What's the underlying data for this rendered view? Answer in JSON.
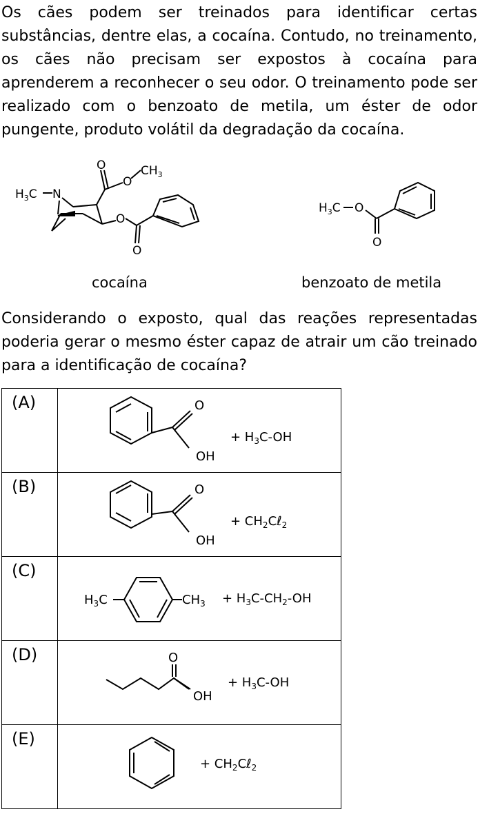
{
  "intro": "Os cães podem ser treinados para identificar certas substâncias, dentre elas, a cocaína. Contudo, no treinamento, os cães não precisam ser expostos à cocaína para aprenderem a reconhecer o seu odor. O treinamento pode ser realizado com o benzoato de metila, um éster de odor pungente, produto volátil da degradação da cocaína.",
  "structures": {
    "cocaine": {
      "label": "cocaína",
      "atoms": {
        "h3c": "H3C",
        "n": "N",
        "o_carbonyl_ester": "O",
        "o_ether": "O",
        "ch3": "CH3",
        "o_benzoyl": "O",
        "o_carbonyl_benzoyl": "O"
      }
    },
    "methyl_benzoate": {
      "label": "benzoato de metila",
      "atoms": {
        "h3c": "H3C",
        "o_ether": "O",
        "o_carbonyl": "O"
      }
    }
  },
  "question": "Considerando o exposto, qual das reações representadas poderia gerar o mesmo éster capaz de atrair um cão treinado para a identificação de cocaína?",
  "options": [
    {
      "letter": "(A)",
      "atoms": {
        "o": "O",
        "oh": "OH"
      },
      "reagent": "+ H3C-OH"
    },
    {
      "letter": "(B)",
      "atoms": {
        "o": "O",
        "oh": "OH"
      },
      "reagent": "+ CH2Cl2"
    },
    {
      "letter": "(C)",
      "atoms": {
        "left": "H3C",
        "right": "CH3"
      },
      "reagent": "+ H3C-CH2-OH"
    },
    {
      "letter": "(D)",
      "atoms": {
        "o": "O",
        "oh": "OH"
      },
      "reagent": "+ H3C-OH"
    },
    {
      "letter": "(E)",
      "atoms": {},
      "reagent": "+ CH2Cl2"
    }
  ]
}
